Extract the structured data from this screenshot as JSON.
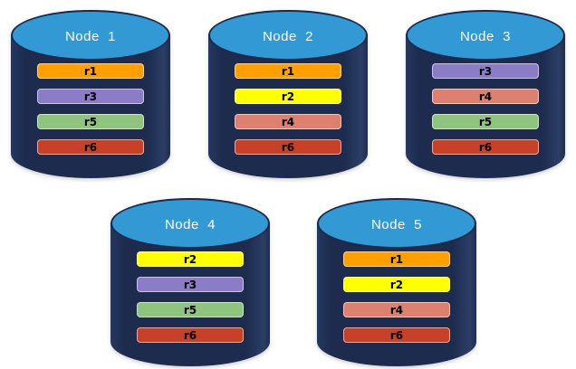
{
  "colors": {
    "background": "#ffffff",
    "cylinder_body": "#1c2b4e",
    "cylinder_top": "#3399d5",
    "cylinder_outline": "#1b2a4a",
    "node_title_text": "#ffffff",
    "bar_text": "#000000",
    "replicas": {
      "r1": "#ffa000",
      "r2": "#ffff00",
      "r3": "#8b7cc8",
      "r4": "#dd8070",
      "r5": "#8fc47e",
      "r6": "#c74128"
    }
  },
  "nodes": [
    {
      "label": "Node  1",
      "replicas": [
        "r1",
        "r3",
        "r5",
        "r6"
      ]
    },
    {
      "label": "Node  2",
      "replicas": [
        "r1",
        "r2",
        "r4",
        "r6"
      ]
    },
    {
      "label": "Node  3",
      "replicas": [
        "r3",
        "r4",
        "r5",
        "r6"
      ]
    },
    {
      "label": "Node  4",
      "replicas": [
        "r2",
        "r3",
        "r5",
        "r6"
      ]
    },
    {
      "label": "Node  5",
      "replicas": [
        "r1",
        "r2",
        "r4",
        "r6"
      ]
    }
  ]
}
